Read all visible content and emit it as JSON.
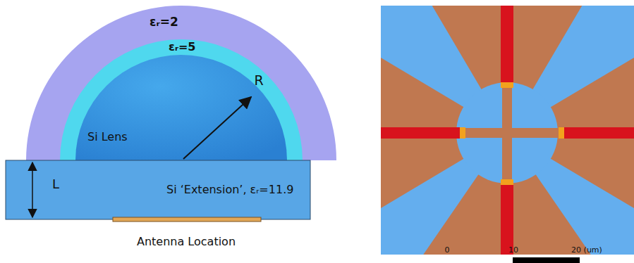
{
  "diagram": {
    "nodes": [
      {
        "text": [
          "εᵣ=2"
        ]
      },
      {
        "text": [
          "εᵣ=5"
        ]
      },
      {
        "text": [
          "Si Lens"
        ]
      },
      {
        "text": [
          "Si ‘Extension’, εᵣ=11.9"
        ]
      }
    ],
    "labels": [
      "R",
      "L",
      "Antenna Location",
      "0",
      "10",
      "20 (um)"
    ]
  }
}
